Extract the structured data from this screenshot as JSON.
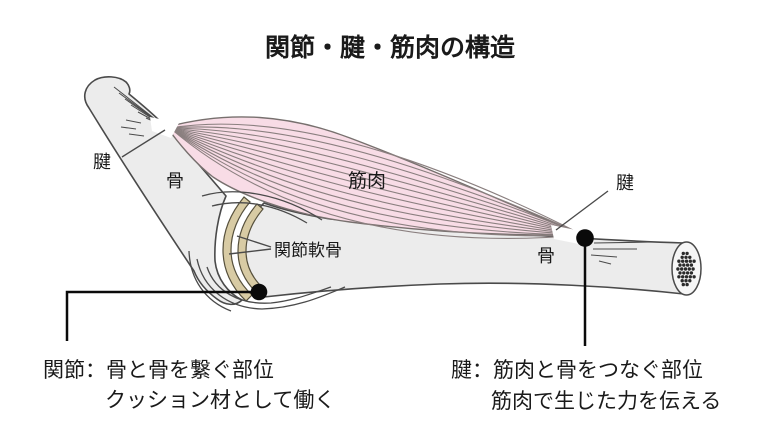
{
  "title": "関節・腱・筋肉の構造",
  "labels": {
    "tendon_left": "腱",
    "bone_left": "骨",
    "muscle": "筋肉",
    "articular_cartilage": "関節軟骨",
    "tendon_right": "腱",
    "bone_right": "骨"
  },
  "notes": {
    "joint_line1": "関節：骨と骨を繋ぐ部位",
    "joint_line2": "クッション材として働く",
    "tendon_line1": "腱：筋肉と骨をつなぐ部位",
    "tendon_line2": "筋肉で生じた力を伝える"
  },
  "colors": {
    "muscle_fill": "#f8dce6",
    "bone_fill": "#ececec",
    "bone_end_fill": "#f6f6f6",
    "outline": "#4a4a4a",
    "cartilage_fill": "#d8cba4",
    "cartilage_outline": "#56503c",
    "fiber_line": "#8a7f7f",
    "callout": "#0a0a0a",
    "text": "#1a1a1a"
  }
}
